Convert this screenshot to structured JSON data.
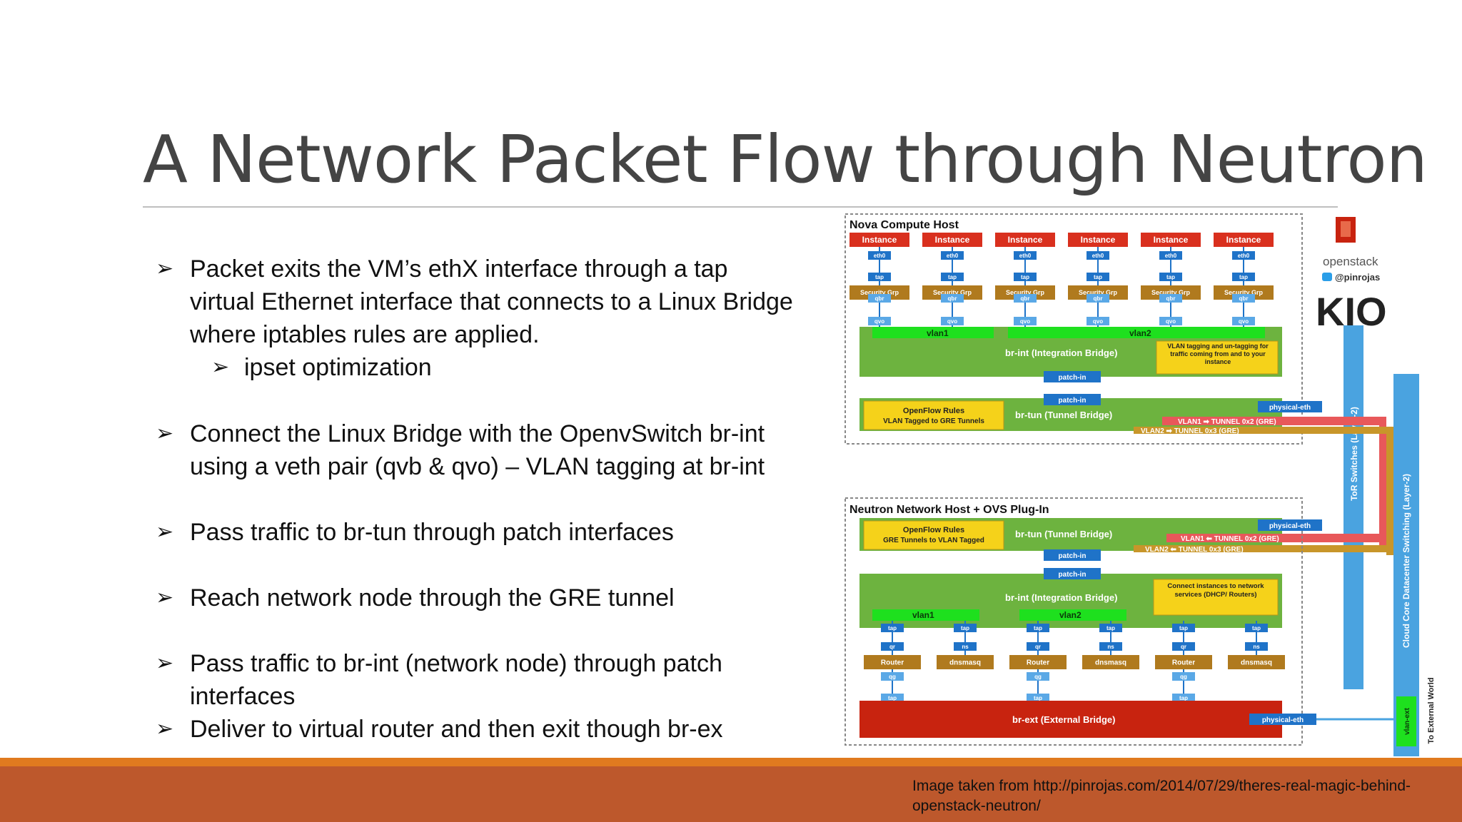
{
  "slide": {
    "title": "A Network Packet Flow through Neutron",
    "bullets": [
      {
        "lines": [
          "Packet exits the VM’s ethX interface through a tap",
          "virtual Ethernet interface that connects to a Linux Bridge",
          "where iptables rules are applied."
        ]
      },
      {
        "lines": [
          "ipset optimization"
        ]
      },
      {
        "lines": [
          "Connect the Linux Bridge with the OpenvSwitch br-int",
          "using a veth pair (qvb & qvo) – VLAN tagging at br-int"
        ]
      },
      {
        "lines": [
          "Pass traffic to br-tun through patch interfaces"
        ]
      },
      {
        "lines": [
          "Reach network node through the GRE tunnel"
        ]
      },
      {
        "lines": [
          "Pass traffic to br-int (network node) through patch",
          "interfaces"
        ]
      },
      {
        "lines": [
          "Deliver to virtual router and then exit though br-ex"
        ]
      }
    ],
    "credit": "Image taken from http://pinrojas.com/2014/07/29/theres-real-magic-behind-openstack-neutron/",
    "bullet_symbol": "➢"
  },
  "diagram": {
    "compute_host": {
      "title": "Nova Compute Host",
      "instance_label": "Instance",
      "eth_label": "eth0",
      "tap_label": "tap",
      "secgrp_label": "Security Grp",
      "qbr_label": "qbr",
      "qvo_label": "qvo",
      "vlan1": "vlan1",
      "vlan2": "vlan2",
      "br_int": "br-int (Integration Bridge)",
      "vlan_note": "VLAN tagging and un-tagging for traffic coming from and to your instance",
      "patch_in": "patch-in",
      "br_tun": "br-tun (Tunnel Bridge)",
      "openflow_title": "OpenFlow Rules",
      "openflow_sub": "VLAN Tagged to GRE Tunnels",
      "physical_eth": "physical-eth",
      "tunnel1": "VLAN1 ➡ TUNNEL 0x2 (GRE)",
      "tunnel2": "VLAN2 ➡ TUNNEL 0x3 (GRE)"
    },
    "network_host": {
      "title": "Neutron Network Host + OVS Plug-In",
      "openflow_title": "OpenFlow Rules",
      "openflow_sub": "GRE Tunnels to VLAN Tagged",
      "br_tun": "br-tun (Tunnel Bridge)",
      "physical_eth": "physical-eth",
      "tunnel1": "VLAN1 ⬅ TUNNEL 0x2 (GRE)",
      "tunnel2": "VLAN2 ⬅ TUNNEL 0x3 (GRE)",
      "patch_in": "patch-in",
      "br_int": "br-int (Integration Bridge)",
      "services_note": "Connect instances to network services (DHCP/ Routers)",
      "vlan1": "vlan1",
      "vlan2": "vlan2",
      "tap_label": "tap",
      "qr_label": "qr",
      "ns_label": "ns",
      "router_label": "Router",
      "dnsmasq_label": "dnsmasq",
      "qg_label": "qg",
      "br_ex": "br-ext (External Bridge)"
    },
    "brand": {
      "openstack": "openstack",
      "twitter": "@pinrojas",
      "kio": "KIO"
    },
    "tor_label": "ToR Switches (Layer-2)",
    "core_label": "Cloud Core Datacenter Switching (Layer-2)",
    "vlan_ext": "vlan-ext",
    "external_world": "To External World",
    "colors": {
      "bridge_green": "#6db33f",
      "instance_red": "#d9301e",
      "secgrp_brown": "#b07a1e",
      "port_blue": "#1f73c8",
      "iface_lightblue": "#5aa8e6",
      "note_yellow": "#f5d21a",
      "vlan_bright_green": "#1ee01e",
      "brex_red": "#c8230f",
      "gre_red": "#e8585a",
      "gre_gold": "#c8962a",
      "tor_blue": "#4aa3e0"
    }
  }
}
